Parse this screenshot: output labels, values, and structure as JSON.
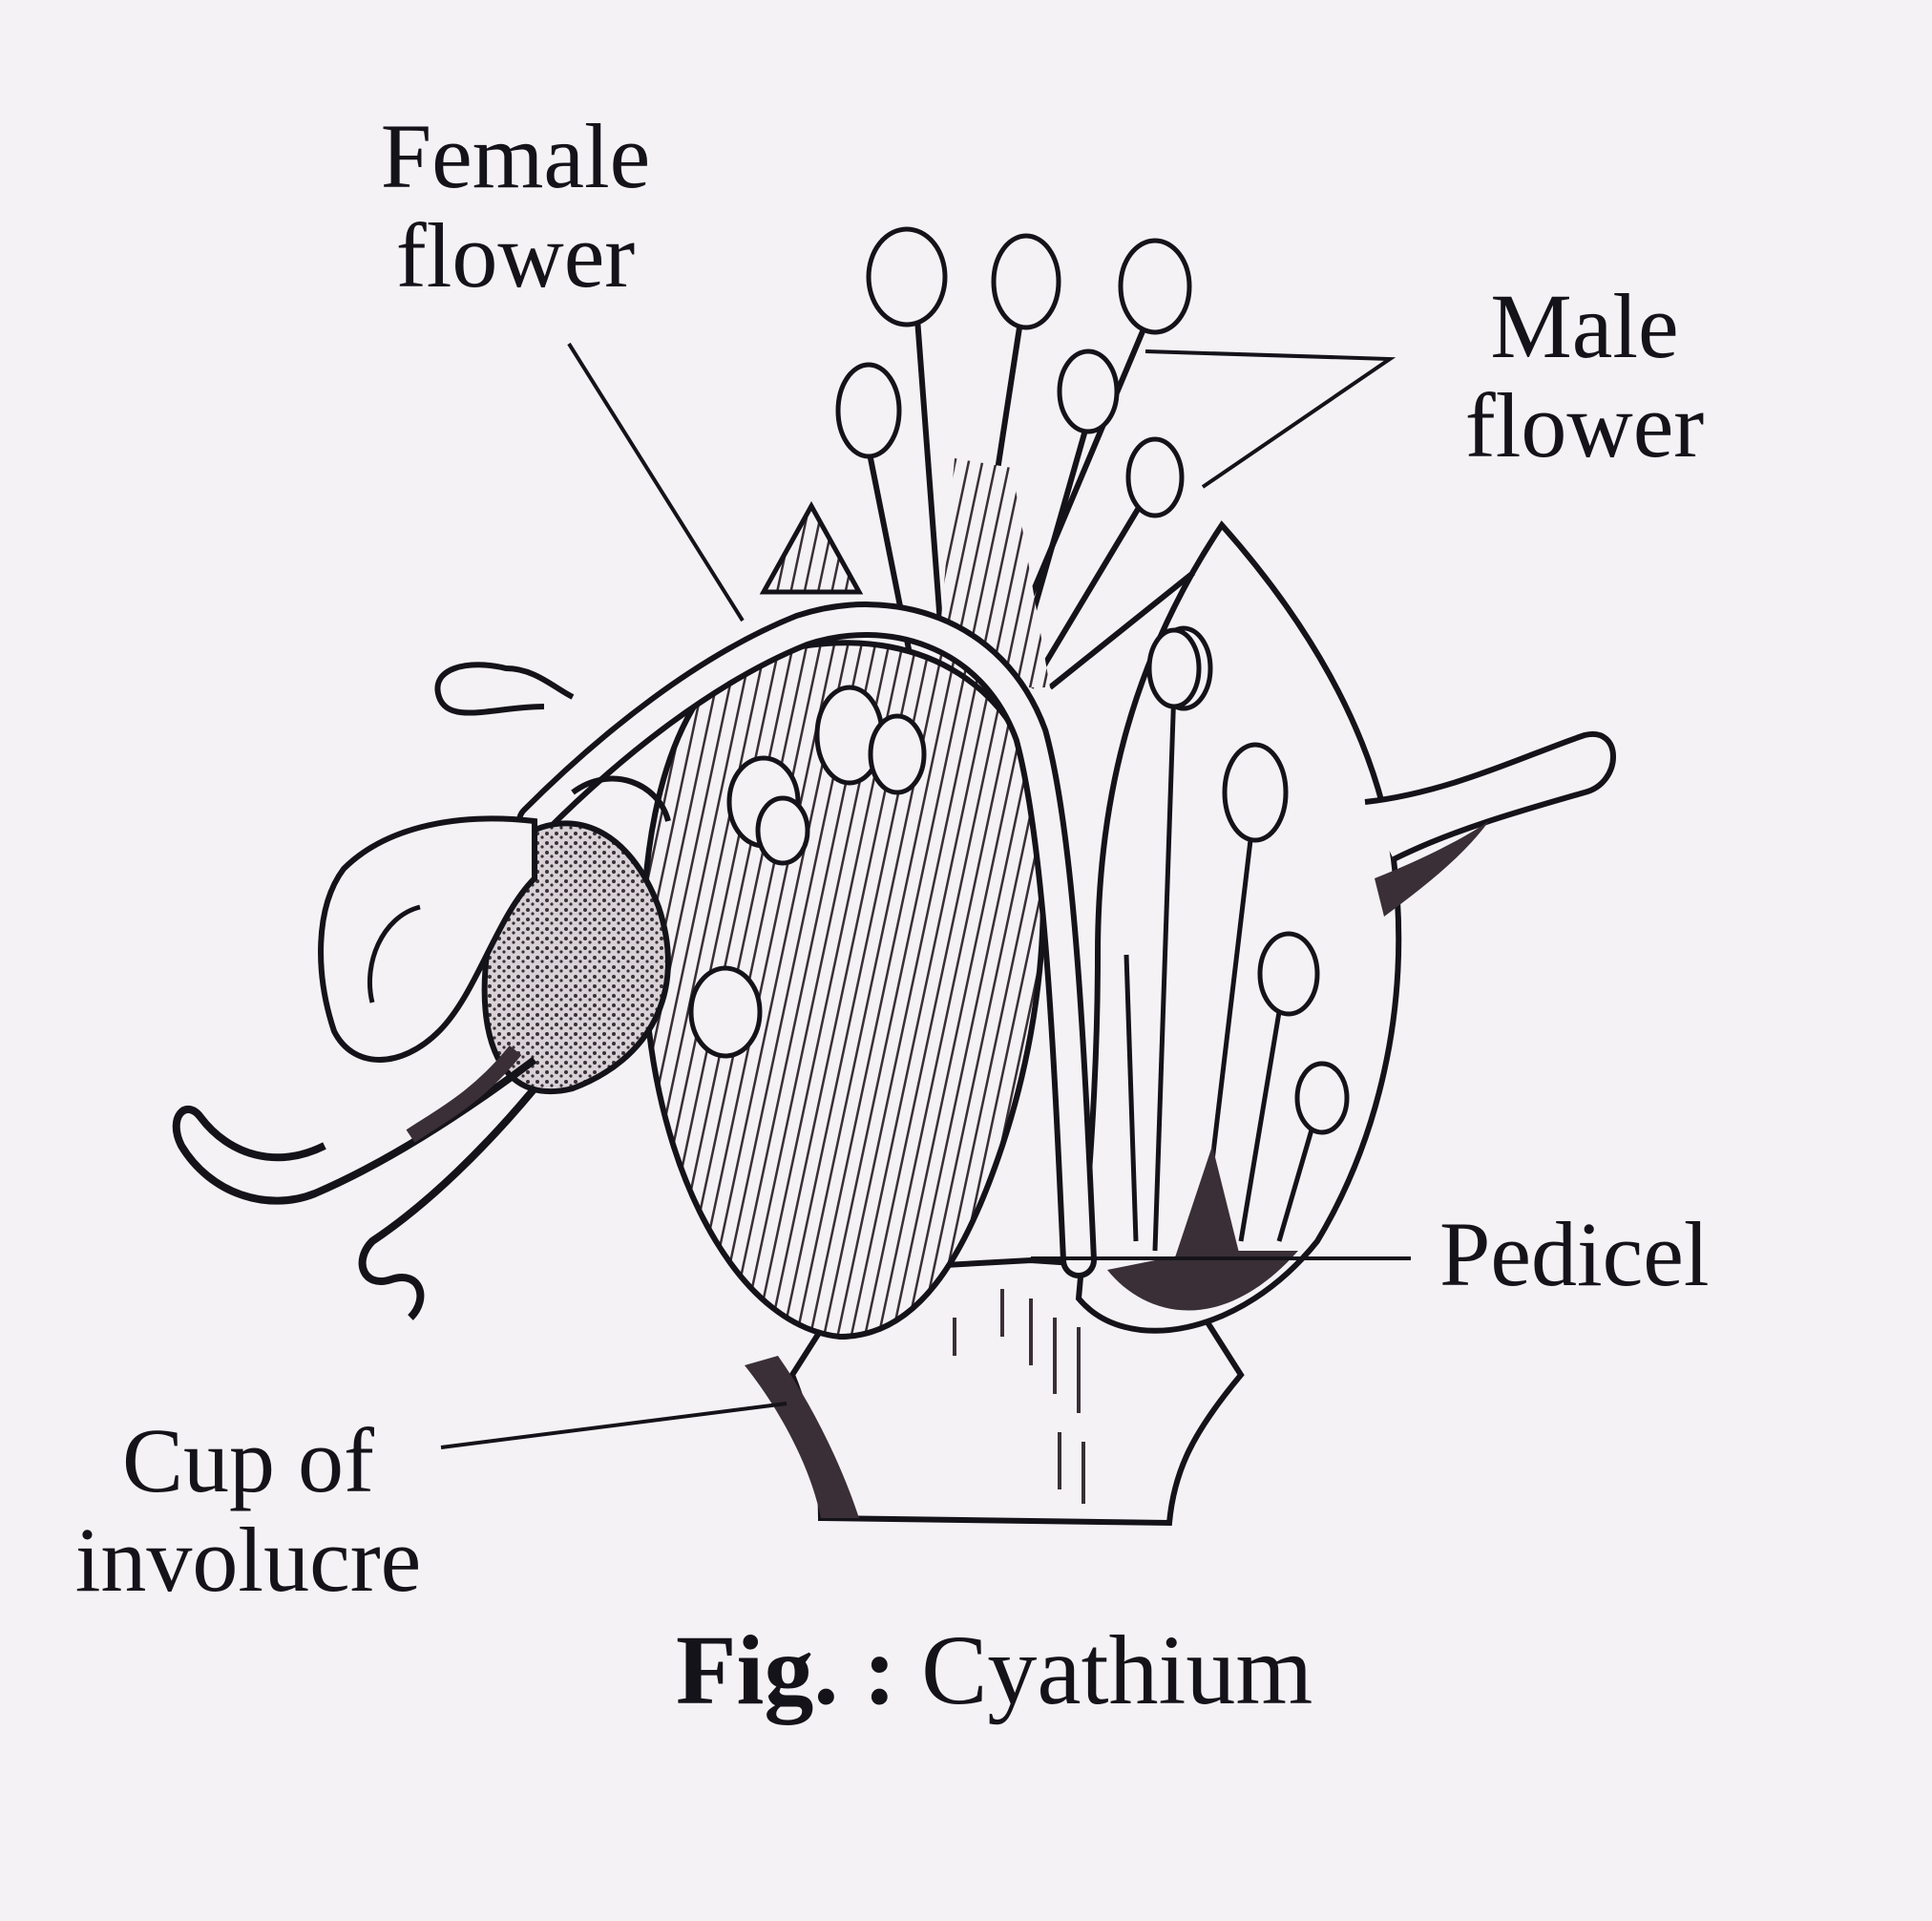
{
  "labels": {
    "female_flower": [
      "Female",
      "flower"
    ],
    "male_flower": [
      "Male",
      "flower"
    ],
    "pedicel": "Pedicel",
    "cup_of_involucre": [
      "Cup of",
      "involucre"
    ]
  },
  "caption": {
    "prefix": "Fig. :",
    "title": "Cyathium"
  },
  "colors": {
    "ink": "#15131a",
    "paper": "#f4f2f4",
    "shade": "#3a2f36"
  }
}
